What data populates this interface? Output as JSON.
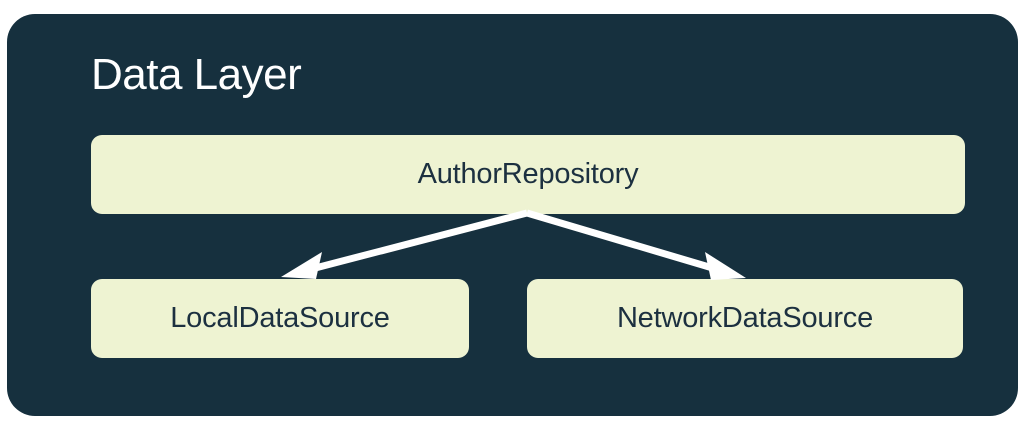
{
  "diagram": {
    "type": "architecture-layer-diagram",
    "title": "Data Layer",
    "background_color": "#FFFFFF",
    "container_color": "#16303E",
    "node_fill_color": "#EEF3D2",
    "node_text_color": "#1C3040",
    "title_text_color": "#FFFFFF",
    "arrow_color": "#FFFFFF",
    "nodes": [
      {
        "id": "author-repository",
        "label": "AuthorRepository",
        "role": "repository"
      },
      {
        "id": "local-data-source",
        "label": "LocalDataSource",
        "role": "data-source"
      },
      {
        "id": "network-data-source",
        "label": "NetworkDataSource",
        "role": "data-source"
      }
    ],
    "edges": [
      {
        "from": "author-repository",
        "to": "local-data-source",
        "style": "solid-arrow"
      },
      {
        "from": "author-repository",
        "to": "network-data-source",
        "style": "solid-arrow"
      }
    ]
  }
}
